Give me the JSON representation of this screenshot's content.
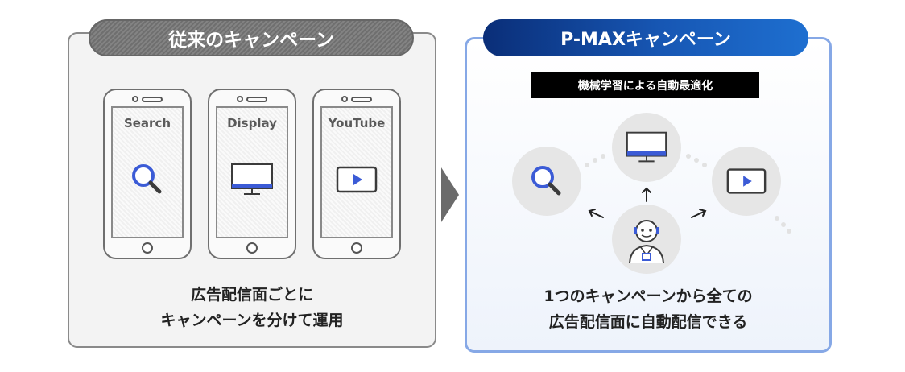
{
  "left_panel": {
    "badge": "従来のキャンペーン",
    "phones": [
      {
        "label": "Search",
        "icon": "magnifier-icon"
      },
      {
        "label": "Display",
        "icon": "monitor-icon"
      },
      {
        "label": "YouTube",
        "icon": "play-icon"
      }
    ],
    "caption_line1": "広告配信面ごとに",
    "caption_line2": "キャンペーンを分けて運用"
  },
  "right_panel": {
    "badge": "P-MAXキャンペーン",
    "ml_label": "機械学習による自動最適化",
    "icons": [
      "magnifier-icon",
      "monitor-icon",
      "play-icon",
      "ai-robot-icon"
    ],
    "caption_line1": "1つのキャンペーンから全ての",
    "caption_line2": "広告配信面に自動配信できる"
  },
  "colors": {
    "accent_blue": "#3b5bd6",
    "navy": "#0a2e78",
    "gray": "#6f6f6f"
  }
}
